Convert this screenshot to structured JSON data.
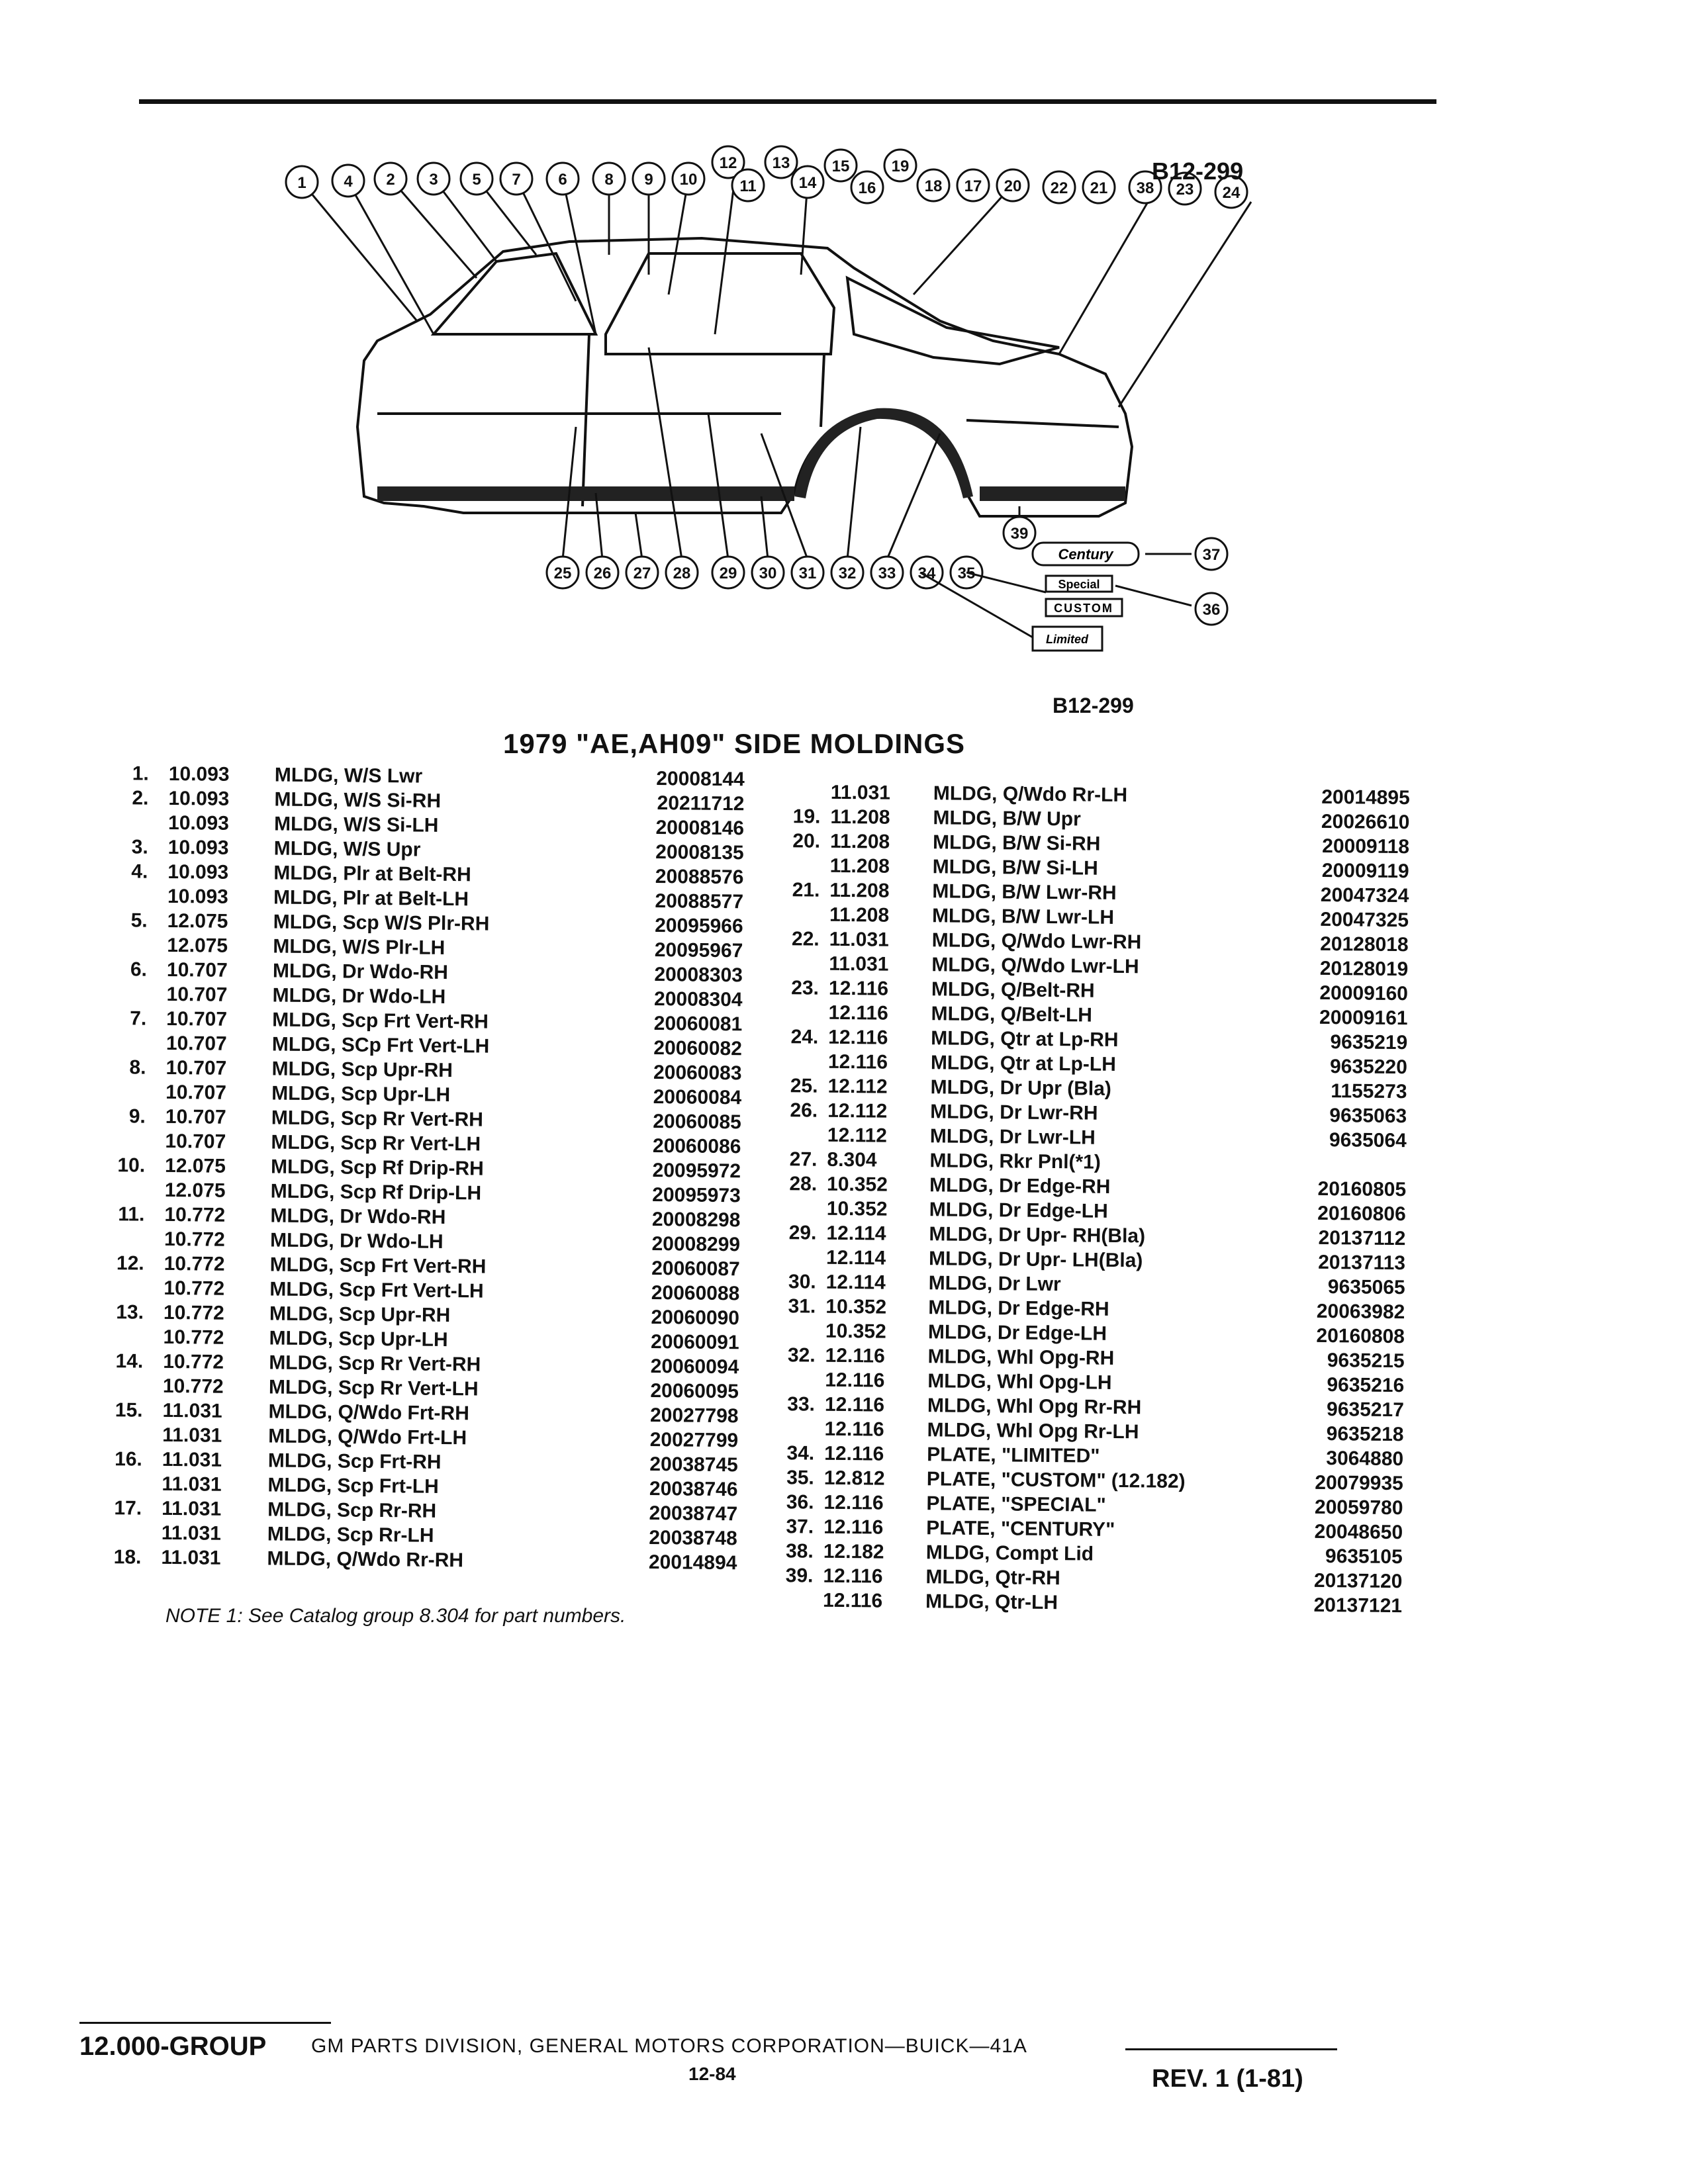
{
  "figure": {
    "code_top": "B12-299",
    "code_bottom": "B12-299",
    "callouts_top": [
      "1",
      "4",
      "2",
      "3",
      "5",
      "7",
      "6",
      "8",
      "9",
      "10",
      "12",
      "11",
      "13",
      "14",
      "15",
      "16",
      "19",
      "18",
      "17",
      "20",
      "22",
      "21",
      "38",
      "23",
      "24"
    ],
    "callouts_bottom": [
      "25",
      "26",
      "27",
      "28",
      "29",
      "30",
      "31",
      "32",
      "33",
      "34",
      "35",
      "39",
      "37",
      "36"
    ],
    "plate_special": "Special",
    "plate_custom": "CUSTOM",
    "plate_century": "Century",
    "plate_limited": "Limited"
  },
  "title": "1979 \"AE,AH09\" SIDE MOLDINGS",
  "left_rows": [
    {
      "num": "1.",
      "grp": "10.093",
      "desc": "MLDG, W/S Lwr",
      "pn": "20008144"
    },
    {
      "num": "2.",
      "grp": "10.093",
      "desc": "MLDG, W/S Si-RH",
      "pn": "20211712"
    },
    {
      "num": "",
      "grp": "10.093",
      "desc": "MLDG, W/S Si-LH",
      "pn": "20008146"
    },
    {
      "num": "3.",
      "grp": "10.093",
      "desc": "MLDG, W/S Upr",
      "pn": "20008135"
    },
    {
      "num": "4.",
      "grp": "10.093",
      "desc": "MLDG, Plr at Belt-RH",
      "pn": "20088576"
    },
    {
      "num": "",
      "grp": "10.093",
      "desc": "MLDG, Plr at Belt-LH",
      "pn": "20088577"
    },
    {
      "num": "5.",
      "grp": "12.075",
      "desc": "MLDG, Scp W/S Plr-RH",
      "pn": "20095966"
    },
    {
      "num": "",
      "grp": "12.075",
      "desc": "MLDG, W/S Plr-LH",
      "pn": "20095967"
    },
    {
      "num": "6.",
      "grp": "10.707",
      "desc": "MLDG, Dr Wdo-RH",
      "pn": "20008303"
    },
    {
      "num": "",
      "grp": "10.707",
      "desc": "MLDG, Dr Wdo-LH",
      "pn": "20008304"
    },
    {
      "num": "7.",
      "grp": "10.707",
      "desc": "MLDG, Scp Frt Vert-RH",
      "pn": "20060081"
    },
    {
      "num": "",
      "grp": "10.707",
      "desc": "MLDG, SCp Frt Vert-LH",
      "pn": "20060082"
    },
    {
      "num": "8.",
      "grp": "10.707",
      "desc": "MLDG, Scp Upr-RH",
      "pn": "20060083"
    },
    {
      "num": "",
      "grp": "10.707",
      "desc": "MLDG, Scp Upr-LH",
      "pn": "20060084"
    },
    {
      "num": "9.",
      "grp": "10.707",
      "desc": "MLDG, Scp Rr Vert-RH",
      "pn": "20060085"
    },
    {
      "num": "",
      "grp": "10.707",
      "desc": "MLDG, Scp Rr Vert-LH",
      "pn": "20060086"
    },
    {
      "num": "10.",
      "grp": "12.075",
      "desc": "MLDG, Scp Rf Drip-RH",
      "pn": "20095972"
    },
    {
      "num": "",
      "grp": "12.075",
      "desc": "MLDG, Scp Rf Drip-LH",
      "pn": "20095973"
    },
    {
      "num": "11.",
      "grp": "10.772",
      "desc": "MLDG, Dr Wdo-RH",
      "pn": "20008298"
    },
    {
      "num": "",
      "grp": "10.772",
      "desc": "MLDG, Dr Wdo-LH",
      "pn": "20008299"
    },
    {
      "num": "12.",
      "grp": "10.772",
      "desc": "MLDG, Scp Frt Vert-RH",
      "pn": "20060087"
    },
    {
      "num": "",
      "grp": "10.772",
      "desc": "MLDG, Scp Frt Vert-LH",
      "pn": "20060088"
    },
    {
      "num": "13.",
      "grp": "10.772",
      "desc": "MLDG, Scp Upr-RH",
      "pn": "20060090"
    },
    {
      "num": "",
      "grp": "10.772",
      "desc": "MLDG, Scp Upr-LH",
      "pn": "20060091"
    },
    {
      "num": "14.",
      "grp": "10.772",
      "desc": "MLDG, Scp Rr Vert-RH",
      "pn": "20060094"
    },
    {
      "num": "",
      "grp": "10.772",
      "desc": "MLDG, Scp Rr Vert-LH",
      "pn": "20060095"
    },
    {
      "num": "15.",
      "grp": "11.031",
      "desc": "MLDG, Q/Wdo Frt-RH",
      "pn": "20027798"
    },
    {
      "num": "",
      "grp": "11.031",
      "desc": "MLDG, Q/Wdo Frt-LH",
      "pn": "20027799"
    },
    {
      "num": "16.",
      "grp": "11.031",
      "desc": "MLDG, Scp Frt-RH",
      "pn": "20038745"
    },
    {
      "num": "",
      "grp": "11.031",
      "desc": "MLDG, Scp Frt-LH",
      "pn": "20038746"
    },
    {
      "num": "17.",
      "grp": "11.031",
      "desc": "MLDG, Scp Rr-RH",
      "pn": "20038747"
    },
    {
      "num": "",
      "grp": "11.031",
      "desc": "MLDG, Scp Rr-LH",
      "pn": "20038748"
    },
    {
      "num": "18.",
      "grp": "11.031",
      "desc": "MLDG, Q/Wdo Rr-RH",
      "pn": "20014894"
    }
  ],
  "right_rows": [
    {
      "num": "",
      "grp": "11.031",
      "desc": "MLDG, Q/Wdo Rr-LH",
      "pn": "20014895"
    },
    {
      "num": "19.",
      "grp": "11.208",
      "desc": "MLDG, B/W Upr",
      "pn": "20026610"
    },
    {
      "num": "20.",
      "grp": "11.208",
      "desc": "MLDG, B/W Si-RH",
      "pn": "20009118"
    },
    {
      "num": "",
      "grp": "11.208",
      "desc": "MLDG, B/W Si-LH",
      "pn": "20009119"
    },
    {
      "num": "21.",
      "grp": "11.208",
      "desc": "MLDG, B/W Lwr-RH",
      "pn": "20047324"
    },
    {
      "num": "",
      "grp": "11.208",
      "desc": "MLDG, B/W Lwr-LH",
      "pn": "20047325"
    },
    {
      "num": "22.",
      "grp": "11.031",
      "desc": "MLDG, Q/Wdo Lwr-RH",
      "pn": "20128018"
    },
    {
      "num": "",
      "grp": "11.031",
      "desc": "MLDG, Q/Wdo Lwr-LH",
      "pn": "20128019"
    },
    {
      "num": "23.",
      "grp": "12.116",
      "desc": "MLDG, Q/Belt-RH",
      "pn": "20009160"
    },
    {
      "num": "",
      "grp": "12.116",
      "desc": "MLDG, Q/Belt-LH",
      "pn": "20009161"
    },
    {
      "num": "24.",
      "grp": "12.116",
      "desc": "MLDG, Qtr at Lp-RH",
      "pn": "9635219"
    },
    {
      "num": "",
      "grp": "12.116",
      "desc": "MLDG, Qtr at Lp-LH",
      "pn": "9635220"
    },
    {
      "num": "25.",
      "grp": "12.112",
      "desc": "MLDG, Dr Upr (Bla)",
      "pn": "1155273"
    },
    {
      "num": "26.",
      "grp": "12.112",
      "desc": "MLDG, Dr Lwr-RH",
      "pn": "9635063"
    },
    {
      "num": "",
      "grp": "12.112",
      "desc": "MLDG, Dr Lwr-LH",
      "pn": "9635064"
    },
    {
      "num": "27.",
      "grp": "8.304",
      "desc": "MLDG, Rkr Pnl(*1)",
      "pn": ""
    },
    {
      "num": "28.",
      "grp": "10.352",
      "desc": "MLDG, Dr Edge-RH",
      "pn": "20160805"
    },
    {
      "num": "",
      "grp": "10.352",
      "desc": "MLDG, Dr Edge-LH",
      "pn": "20160806"
    },
    {
      "num": "29.",
      "grp": "12.114",
      "desc": "MLDG, Dr Upr- RH(Bla)",
      "pn": "20137112"
    },
    {
      "num": "",
      "grp": "12.114",
      "desc": "MLDG, Dr Upr- LH(Bla)",
      "pn": "20137113"
    },
    {
      "num": "30.",
      "grp": "12.114",
      "desc": "MLDG, Dr Lwr",
      "pn": "9635065"
    },
    {
      "num": "31.",
      "grp": "10.352",
      "desc": "MLDG, Dr Edge-RH",
      "pn": "20063982"
    },
    {
      "num": "",
      "grp": "10.352",
      "desc": "MLDG, Dr Edge-LH",
      "pn": "20160808"
    },
    {
      "num": "32.",
      "grp": "12.116",
      "desc": "MLDG, Whl Opg-RH",
      "pn": "9635215"
    },
    {
      "num": "",
      "grp": "12.116",
      "desc": "MLDG, Whl Opg-LH",
      "pn": "9635216"
    },
    {
      "num": "33.",
      "grp": "12.116",
      "desc": "MLDG, Whl Opg Rr-RH",
      "pn": "9635217"
    },
    {
      "num": "",
      "grp": "12.116",
      "desc": "MLDG, Whl Opg Rr-LH",
      "pn": "9635218"
    },
    {
      "num": "34.",
      "grp": "12.116",
      "desc": "PLATE, \"LIMITED\"",
      "pn": "3064880"
    },
    {
      "num": "35.",
      "grp": "12.812",
      "desc": "PLATE, \"CUSTOM\" (12.182)",
      "pn": "20079935"
    },
    {
      "num": "36.",
      "grp": "12.116",
      "desc": "PLATE, \"SPECIAL\"",
      "pn": "20059780"
    },
    {
      "num": "37.",
      "grp": "12.116",
      "desc": "PLATE, \"CENTURY\"",
      "pn": "20048650"
    },
    {
      "num": "38.",
      "grp": "12.182",
      "desc": "MLDG, Compt Lid",
      "pn": "9635105"
    },
    {
      "num": "39.",
      "grp": "12.116",
      "desc": "MLDG, Qtr-RH",
      "pn": "20137120"
    },
    {
      "num": "",
      "grp": "12.116",
      "desc": "MLDG, Qtr-LH",
      "pn": "20137121"
    }
  ],
  "note": "NOTE 1: See Catalog group 8.304 for part numbers.",
  "footer": {
    "group": "12.000-GROUP",
    "division": "GM PARTS DIVISION, GENERAL MOTORS CORPORATION—BUICK—41A",
    "page": "12-84",
    "revision": "REV. 1 (1-81)"
  }
}
